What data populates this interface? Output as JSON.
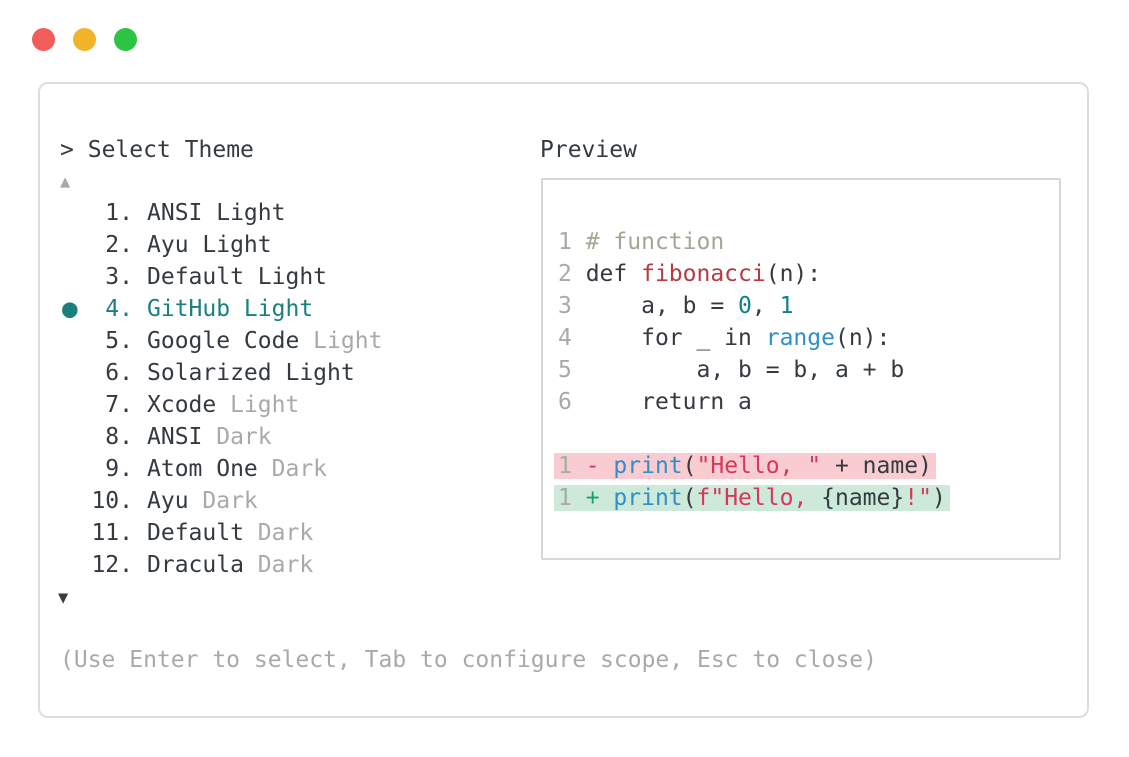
{
  "colors": {
    "close_red": "#f15d5b",
    "minimize_yellow": "#f0b32a",
    "zoom_green": "#2cc443",
    "text": "#343a40",
    "muted": "#a7a9ab",
    "accent_teal": "#19807d",
    "comment_sage": "#a1a795",
    "function_red": "#b23c44",
    "string_crimson": "#da3659",
    "call_blue": "#2e8fc9",
    "literal_teal": "#0f7f8d",
    "plus_green": "#17a078",
    "removed_bg": "#f8ccd1",
    "added_bg": "#cde9d9"
  },
  "picker": {
    "prompt": ">",
    "title": "Select Theme",
    "scroll_up_icon": "▲",
    "scroll_down_icon": "▼",
    "selected_marker": "●",
    "help": "(Use Enter to select, Tab to configure scope, Esc to close)",
    "items": [
      {
        "number": "1.",
        "name": "ANSI Light",
        "muted": "",
        "selected": false
      },
      {
        "number": "2.",
        "name": "Ayu Light",
        "muted": "",
        "selected": false
      },
      {
        "number": "3.",
        "name": "Default Light",
        "muted": "",
        "selected": false
      },
      {
        "number": "4.",
        "name": "GitHub Light",
        "muted": "",
        "selected": true
      },
      {
        "number": "5.",
        "name": "Google Code",
        "muted": "Light",
        "selected": false
      },
      {
        "number": "6.",
        "name": "Solarized Light",
        "muted": "",
        "selected": false
      },
      {
        "number": "7.",
        "name": "Xcode",
        "muted": "Light",
        "selected": false
      },
      {
        "number": "8.",
        "name": "ANSI",
        "muted": "Dark",
        "selected": false
      },
      {
        "number": "9.",
        "name": "Atom One",
        "muted": "Dark",
        "selected": false
      },
      {
        "number": "10.",
        "name": "Ayu",
        "muted": "Dark",
        "selected": false
      },
      {
        "number": "11.",
        "name": "Default",
        "muted": "Dark",
        "selected": false
      },
      {
        "number": "12.",
        "name": "Dracula",
        "muted": "Dark",
        "selected": false
      }
    ]
  },
  "preview": {
    "label": "Preview",
    "lines": [
      {
        "bg": "",
        "segments": [
          [
            "1 ",
            "num"
          ],
          [
            "# function",
            "comment"
          ]
        ]
      },
      {
        "bg": "",
        "segments": [
          [
            "2 ",
            "num"
          ],
          [
            "def ",
            "plain"
          ],
          [
            "fibonacci",
            "fname"
          ],
          [
            "(n):",
            "plain"
          ]
        ]
      },
      {
        "bg": "",
        "segments": [
          [
            "3 ",
            "num"
          ],
          [
            "    a, b = ",
            "plain"
          ],
          [
            "0",
            "lit"
          ],
          [
            ", ",
            "plain"
          ],
          [
            "1",
            "lit"
          ]
        ]
      },
      {
        "bg": "",
        "segments": [
          [
            "4 ",
            "num"
          ],
          [
            "    for _ in ",
            "plain"
          ],
          [
            "range",
            "call"
          ],
          [
            "(n):",
            "plain"
          ]
        ]
      },
      {
        "bg": "",
        "segments": [
          [
            "5 ",
            "num"
          ],
          [
            "        a, b = b, a + b",
            "plain"
          ]
        ]
      },
      {
        "bg": "",
        "segments": [
          [
            "6 ",
            "num"
          ],
          [
            "    return a",
            "plain"
          ]
        ]
      },
      {
        "bg": "",
        "segments": []
      },
      {
        "bg": "removed",
        "segments": [
          [
            "1 ",
            "num"
          ],
          [
            "- ",
            "minus"
          ],
          [
            "print",
            "call"
          ],
          [
            "(",
            "plain"
          ],
          [
            "\"Hello, \"",
            "str"
          ],
          [
            " + name)",
            "plain"
          ]
        ]
      },
      {
        "bg": "added",
        "segments": [
          [
            "1 ",
            "num"
          ],
          [
            "+ ",
            "plus"
          ],
          [
            "print",
            "call"
          ],
          [
            "(",
            "plain"
          ],
          [
            "f\"Hello, ",
            "str"
          ],
          [
            "{name}",
            "plain"
          ],
          [
            "!\"",
            "str"
          ],
          [
            ")",
            "plain"
          ]
        ]
      }
    ]
  }
}
